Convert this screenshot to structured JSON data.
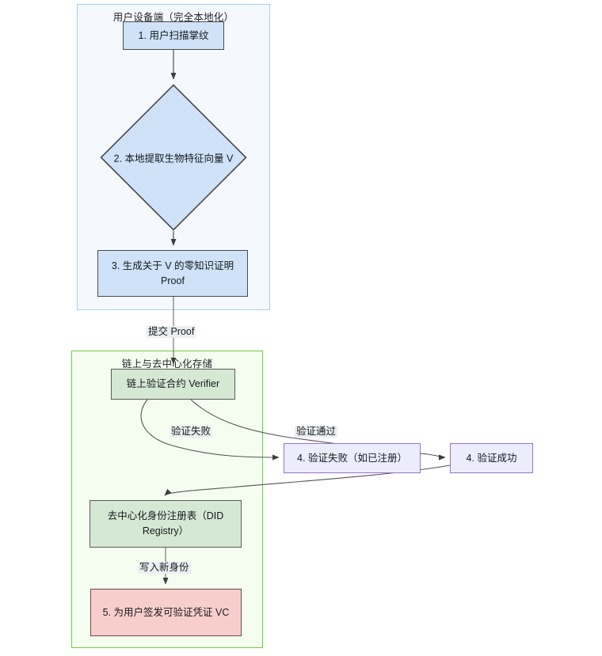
{
  "diagram": {
    "type": "flowchart",
    "direction": "top-down",
    "subgraphs": [
      {
        "id": "device",
        "title": "用户设备端（完全本地化）",
        "fill": "#f5f9fd",
        "stroke": "#a9cdf3"
      },
      {
        "id": "chain",
        "title": "链上与去中心化存储",
        "fill": "#f5fdf0",
        "stroke": "#6fcc3f"
      }
    ],
    "nodes": [
      {
        "id": "scan",
        "label": "1. 用户扫描掌纹",
        "shape": "rect",
        "fill": "#cfe2f7",
        "stroke": "#4a4a4a"
      },
      {
        "id": "extract",
        "label": "2. 本地提取生物特征向量 V",
        "shape": "diamond",
        "fill": "#cfe2f7",
        "stroke": "#4a4a4a"
      },
      {
        "id": "generate",
        "label": "3. 生成关于 V 的零知识证明 Proof",
        "shape": "rect",
        "fill": "#cfe2f7",
        "stroke": "#4a4a4a"
      },
      {
        "id": "verifier",
        "label": "链上验证合约 Verifier",
        "shape": "rect",
        "fill": "#d5e8d4",
        "stroke": "#5a5a5a"
      },
      {
        "id": "fail",
        "label": "4. 验证失败（如已注册）",
        "shape": "rect",
        "fill": "#ececfc",
        "stroke": "#9672d4"
      },
      {
        "id": "success",
        "label": "4. 验证成功",
        "shape": "rect",
        "fill": "#ececfc",
        "stroke": "#9672d4"
      },
      {
        "id": "registry",
        "label": "去中心化身份注册表（DID Registry）",
        "shape": "rect",
        "fill": "#d5e8d4",
        "stroke": "#5a5a5a"
      },
      {
        "id": "vc",
        "label": "5. 为用户签发可验证凭证 VC",
        "shape": "rect",
        "fill": "#f8cecc",
        "stroke": "#6a4a4a"
      }
    ],
    "edges": [
      {
        "from": "scan",
        "to": "extract",
        "label": ""
      },
      {
        "from": "extract",
        "to": "generate",
        "label": ""
      },
      {
        "from": "generate",
        "to": "verifier",
        "label": "提交 Proof"
      },
      {
        "from": "verifier",
        "to": "fail",
        "label": "验证失败"
      },
      {
        "from": "verifier",
        "to": "success",
        "label": "验证通过"
      },
      {
        "from": "success",
        "to": "registry",
        "label": ""
      },
      {
        "from": "registry",
        "to": "vc",
        "label": "写入新身份"
      }
    ]
  }
}
